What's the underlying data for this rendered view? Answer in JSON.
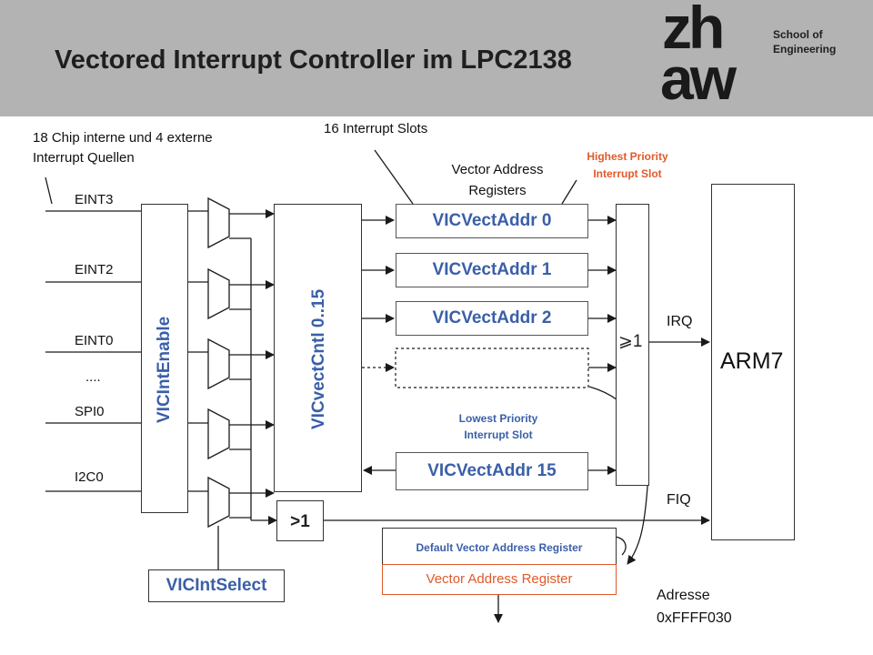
{
  "header": {
    "title": "Vectored Interrupt Controller im LPC2138",
    "school_line1": "School of",
    "school_line2": "Engineering",
    "logo_line1": "zh",
    "logo_line2": "aw"
  },
  "annotations": {
    "sources_line1": "18 Chip interne und 4 externe",
    "sources_line2": "Interrupt Quellen",
    "slots": "16 Interrupt Slots",
    "vector_regs_line1": "Vector Address",
    "vector_regs_line2": "Registers",
    "highest_line1": "Highest Priority",
    "highest_line2": "Interrupt Slot",
    "lowest_line1": "Lowest Priority",
    "lowest_line2": "Interrupt Slot",
    "address_line1": "Adresse",
    "address_line2": "0xFFFF030"
  },
  "inputs": [
    "EINT3",
    "EINT2",
    "EINT0",
    "....",
    "SPI0",
    "I2C0"
  ],
  "blocks": {
    "enable": "VICIntEnable",
    "vectcntl": "VICvectCntl 0..15",
    "select": "VICIntSelect",
    "or_irq": "⩾1",
    "or_fiq": ">1",
    "arm": "ARM7",
    "irq": "IRQ",
    "fiq": "FIQ",
    "default_vector": "Default Vector Address Register",
    "vector_address": "Vector Address Register"
  },
  "vector_slots": [
    "VICVectAddr 0",
    "VICVectAddr 1",
    "VICVectAddr 2",
    "VICVectAddr 15"
  ],
  "colors": {
    "header_bg": "#b3b3b3",
    "blue_text": "#3a5fa8",
    "orange_text": "#e05a2a",
    "line": "#1a1a1a"
  }
}
